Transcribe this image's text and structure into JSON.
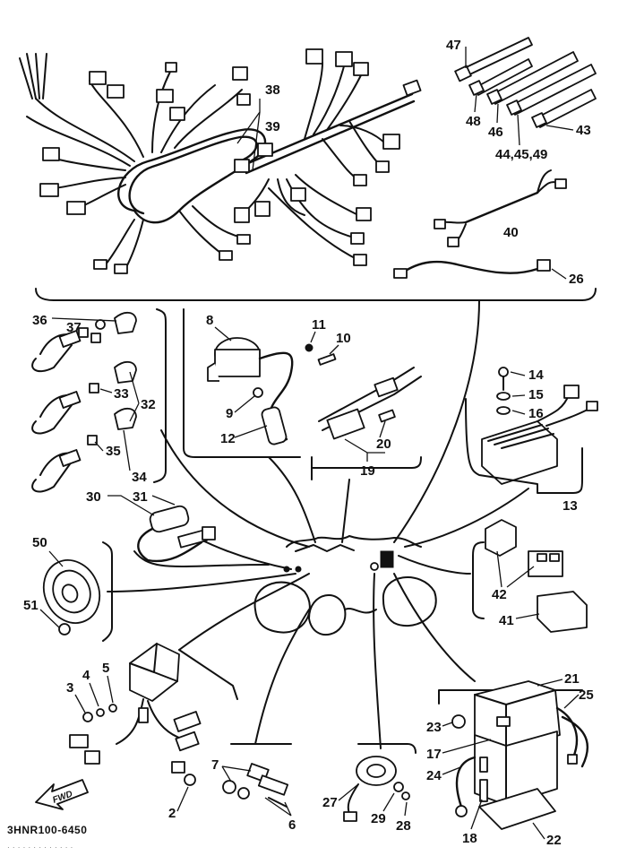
{
  "diagram": {
    "drawing_code": "3HNR100-6450",
    "footer_noise": "· · · · · · · · · · · · ·",
    "fwd_label": "FWD",
    "callouts": {
      "c47": "47",
      "c48": "48",
      "c46": "46",
      "c43": "43",
      "c444549": "44,45,49",
      "c38": "38",
      "c39": "39",
      "c40": "40",
      "c26": "26",
      "c36": "36",
      "c37": "37",
      "c33": "33",
      "c32": "32",
      "c35": "35",
      "c34": "34",
      "c8": "8",
      "c11": "11",
      "c10": "10",
      "c9": "9",
      "c12": "12",
      "c20": "20",
      "c19": "19",
      "c14": "14",
      "c15": "15",
      "c16": "16",
      "c13": "13",
      "c30": "30",
      "c31": "31",
      "c50": "50",
      "c51": "51",
      "c42": "42",
      "c41": "41",
      "c3": "3",
      "c4": "4",
      "c5": "5",
      "c2": "2",
      "c7": "7",
      "c6": "6",
      "c27": "27",
      "c29": "29",
      "c28": "28",
      "c21": "21",
      "c25": "25",
      "c23": "23",
      "c17": "17",
      "c24": "24",
      "c18": "18",
      "c22": "22"
    }
  }
}
